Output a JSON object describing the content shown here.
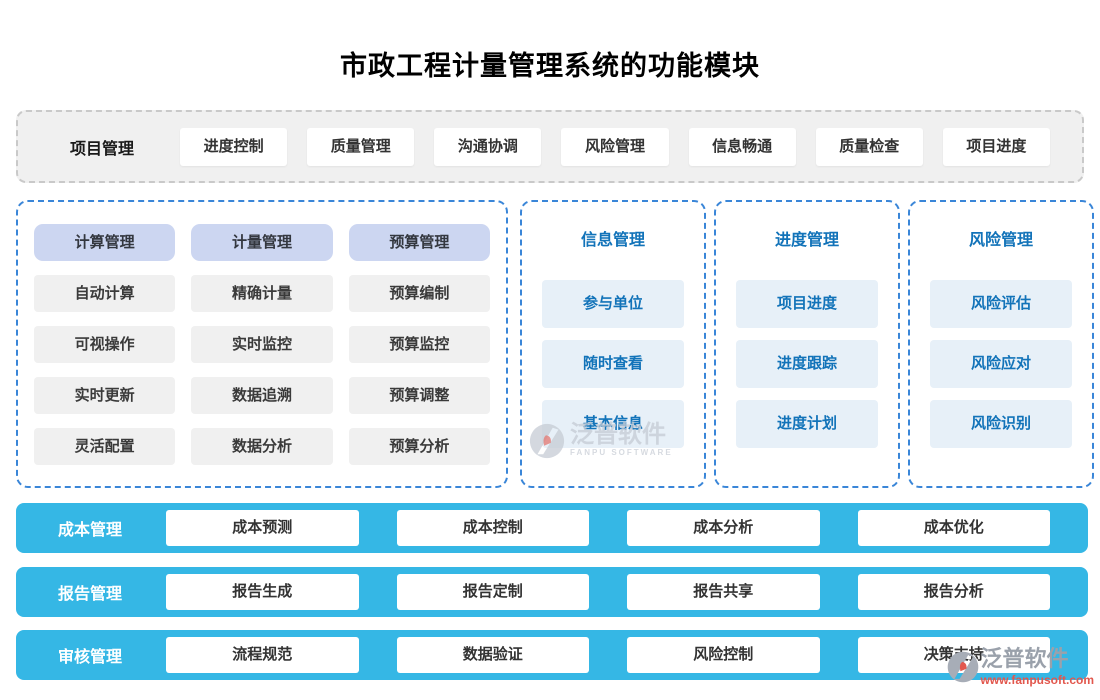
{
  "title": "市政工程计量管理系统的功能模块",
  "top_row": {
    "label": "项目管理",
    "items": [
      "进度控制",
      "质量管理",
      "沟通协调",
      "风险管理",
      "信息畅通",
      "质量检查",
      "项目进度"
    ]
  },
  "matrix_panel": {
    "columns": [
      {
        "header": "计算管理",
        "items": [
          "自动计算",
          "可视操作",
          "实时更新",
          "灵活配置"
        ]
      },
      {
        "header": "计量管理",
        "items": [
          "精确计量",
          "实时监控",
          "数据追溯",
          "数据分析"
        ]
      },
      {
        "header": "预算管理",
        "items": [
          "预算编制",
          "预算监控",
          "预算调整",
          "预算分析"
        ]
      }
    ]
  },
  "side_panels": [
    {
      "header": "信息管理",
      "items": [
        "参与单位",
        "随时查看",
        "基本信息"
      ]
    },
    {
      "header": "进度管理",
      "items": [
        "项目进度",
        "进度跟踪",
        "进度计划"
      ]
    },
    {
      "header": "风险管理",
      "items": [
        "风险评估",
        "风险应对",
        "风险识别"
      ]
    }
  ],
  "bottom_bars": [
    {
      "label": "成本管理",
      "items": [
        "成本预测",
        "成本控制",
        "成本分析",
        "成本优化"
      ]
    },
    {
      "label": "报告管理",
      "items": [
        "报告生成",
        "报告定制",
        "报告共享",
        "报告分析"
      ]
    },
    {
      "label": "审核管理",
      "items": [
        "流程规范",
        "数据验证",
        "风险控制",
        "决策支持"
      ]
    }
  ],
  "watermark": {
    "brand": "泛普软件",
    "brand_caps": "FANPU SOFTWARE",
    "url": "www.fanpusoft.com"
  },
  "colors": {
    "accent_blue": "#1273b9",
    "panel_border_blue": "#3a86d8",
    "header_lavender": "#ccd6f1",
    "item_gray": "#f0f0f0",
    "item_lightblue": "#e7f0f8",
    "bar_cyan": "#35b7e5",
    "watermark_red": "#e2574d"
  }
}
